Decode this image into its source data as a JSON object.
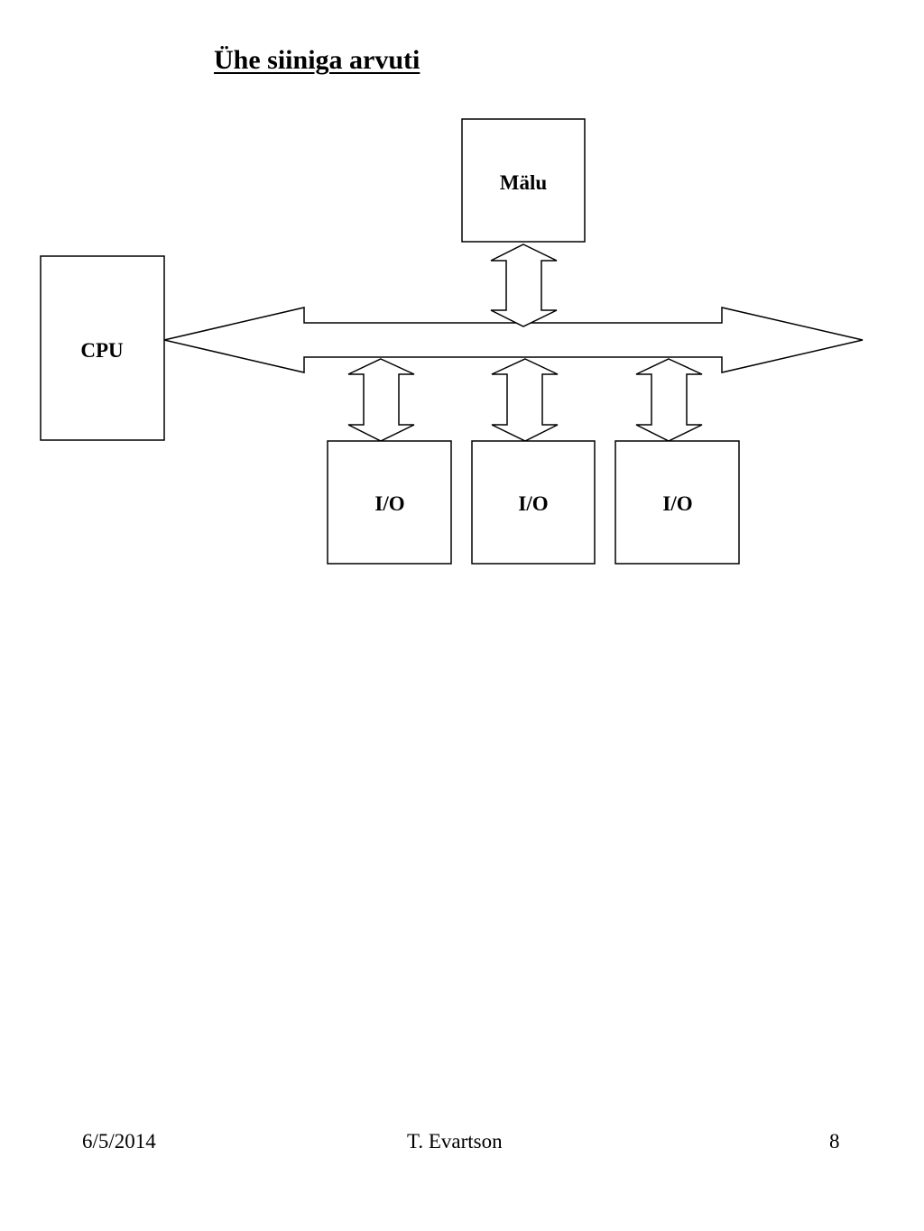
{
  "slide": {
    "title": "Ühe siiniga arvuti"
  },
  "diagram": {
    "cpu_label": "CPU",
    "memory_label": "Mälu",
    "io_devices": [
      {
        "label": "I/O"
      },
      {
        "label": "I/O"
      },
      {
        "label": "I/O"
      }
    ]
  },
  "footer": {
    "date": "6/5/2014",
    "author": "T. Evartson",
    "page_number": "8"
  }
}
